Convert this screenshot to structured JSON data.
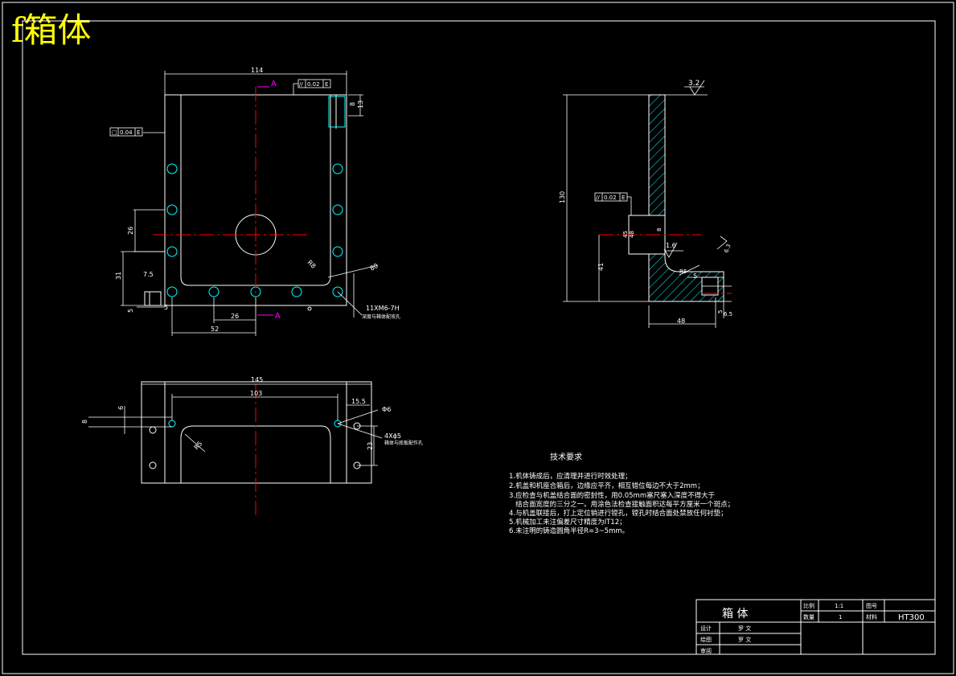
{
  "sheet_title": "f箱体",
  "colors": {
    "background": "#000000",
    "outline": "#ffffff",
    "centerline": "#ff0000",
    "section_label": "#ff00ff",
    "hole": "#00ffff",
    "dimension": "#ffffff",
    "title_text": "#ffff00"
  },
  "front_view": {
    "dims": {
      "width": "114",
      "d13": "13",
      "d8": "8",
      "d26v": "26",
      "d31": "31",
      "d7_5": "7.5",
      "d5a": "5",
      "d5b": "5",
      "d26h": "26",
      "d52": "52",
      "r8": "R8",
      "d80": "80"
    },
    "section_mark_top": "A",
    "section_mark_bottom": "A",
    "tol_parallel": {
      "symbol": "//",
      "value": "0.02",
      "datum": "E"
    },
    "tol_flat": {
      "symbol": "□",
      "value": "0.04",
      "datum": "E"
    },
    "tap_note": "11XM6-7H",
    "tap_sub_note": "深度与箱体配攻孔"
  },
  "section_view": {
    "dims": {
      "height": "130",
      "d41": "41",
      "d45": "45",
      "d48": "48",
      "d5": "5",
      "d6_5": "6.5",
      "d5s": "5",
      "d8": "8",
      "r5": "R5"
    },
    "roughness_top": "3.2",
    "roughness_mid": "1.6",
    "roughness_side": "6.3",
    "tol_parallel": {
      "symbol": "//",
      "value": "0.02",
      "datum": "E"
    }
  },
  "bottom_view": {
    "dims": {
      "width": "145",
      "inner": "103",
      "d15_5": "15.5",
      "d6": "6",
      "d8": "8",
      "d23": "23",
      "r5": "R5",
      "d6dia": "Φ6"
    },
    "hole_note": "4Xϕ5",
    "hole_sub_note": "箱体与底板配作孔"
  },
  "tech": {
    "heading": "技术要求",
    "lines": [
      "1.机体铸成后，应清理并进行时效处理；",
      "2.机盖和机座合箱后，边缘应平齐，相互错位每边不大于2mm；",
      "3.应检查与机盖结合面的密封性，用0.05mm塞尺塞入深度不得大于",
      "   结合面宽度的三分之一。用涂色法检查接触面积达每平方厘米一个斑点；",
      "4.与机盖联接后，打上定位销进行镗孔，镗孔时结合面处禁放任何衬垫；",
      "5.机械加工未注偏差尺寸精度为IT12；",
      "6.未注明的铸造圆角半径R=3~5mm。"
    ]
  },
  "title_block": {
    "part_name": "箱 体",
    "scale_label": "比例",
    "scale_value": "1:1",
    "drawing_no_label": "图号",
    "qty_label": "数量",
    "qty_value": "1",
    "material_label": "材料",
    "material_value": "HT300",
    "designer_label": "设计",
    "designer_name": "罗 文",
    "drafter_label": "绘图",
    "drafter_name": "罗 文",
    "reviewer_label": "审阅"
  }
}
